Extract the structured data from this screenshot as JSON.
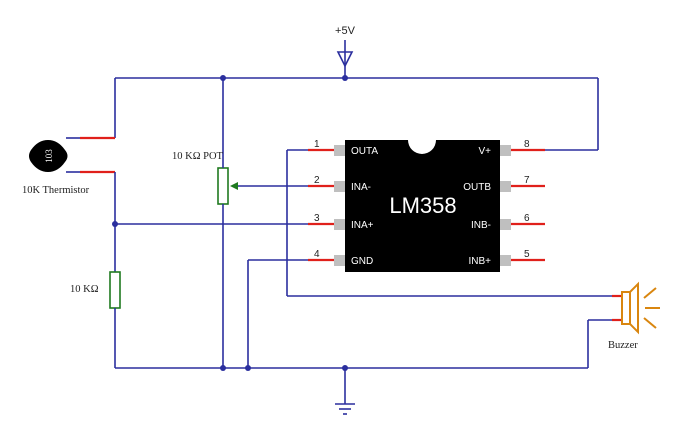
{
  "supply_label": "+5V",
  "ic": {
    "name": "LM358",
    "pins_left": [
      {
        "num": "1",
        "label": "OUTA"
      },
      {
        "num": "2",
        "label": "INA-"
      },
      {
        "num": "3",
        "label": "INA+"
      },
      {
        "num": "4",
        "label": "GND"
      }
    ],
    "pins_right": [
      {
        "num": "8",
        "label": "V+"
      },
      {
        "num": "7",
        "label": "OUTB"
      },
      {
        "num": "6",
        "label": "INB-"
      },
      {
        "num": "5",
        "label": "INB+"
      }
    ]
  },
  "thermistor": {
    "label": "10K Thermistor",
    "code": "103"
  },
  "pot_label": "10 KΩ POT",
  "resistor_label": "10 KΩ",
  "buzzer_label": "Buzzer",
  "colors": {
    "wire": "#2b2f9e",
    "lead": "#e0201b",
    "component": "#1f7a1f",
    "buzzer": "#d9860f",
    "chip": "#000000"
  }
}
